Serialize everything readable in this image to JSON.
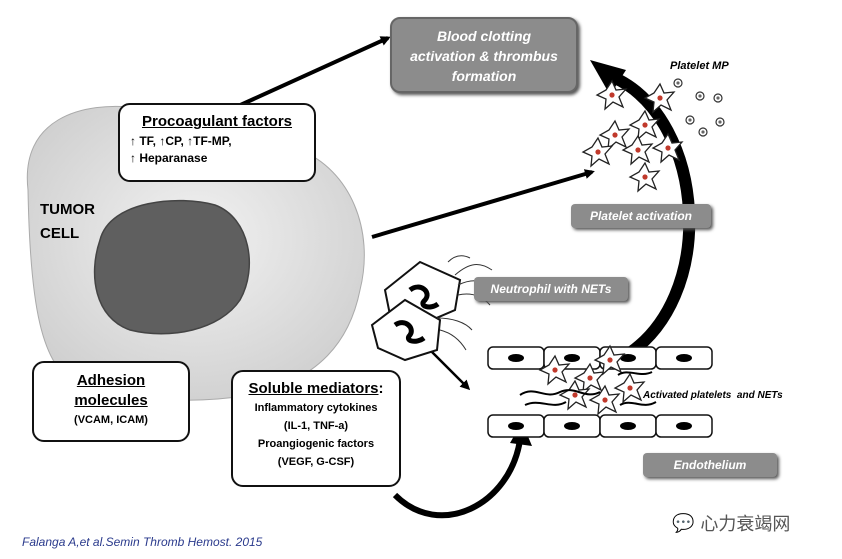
{
  "blood_clotting": {
    "line1": "Blood clotting",
    "line2": "activation & thrombus",
    "line3": "formation"
  },
  "procoagulant": {
    "title": "Procoagulant factors",
    "line1": "↑ TF, ↑CP, ↑TF-MP,",
    "line2": "↑ Heparanase"
  },
  "tumor_cell": {
    "line1": "TUMOR",
    "line2": "CELL"
  },
  "platelet_mp": "Platelet MP",
  "platelet_activation": "Platelet activation",
  "neutrophil": "Neutrophil with NETs",
  "activated_platelets": "Activated platelets  and NETs",
  "endothelium": "Endothelium",
  "adhesion": {
    "title_line1": "Adhesion",
    "title_line2": "molecules",
    "line1": "(VCAM, ICAM)"
  },
  "soluble": {
    "title": "Soluble mediators",
    "colon": ":",
    "line1": "Inflammatory cytokines",
    "line2": "(IL-1, TNF-a)",
    "line3": "Proangiogenic factors",
    "line4": "(VEGF, G-CSF)"
  },
  "citation": "Falanga A,et al.Semin Thromb Hemost. 2015",
  "watermark": "心力衰竭网"
}
